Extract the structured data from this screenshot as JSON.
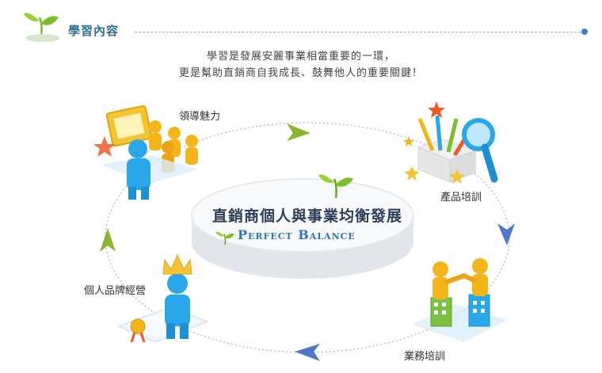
{
  "header": {
    "title": "學習內容"
  },
  "intro": {
    "line1": "學習是發展安麗事業相當重要的一環，",
    "line2": "更是幫助直銷商自我成長、鼓舞他人的重要關鍵！"
  },
  "center": {
    "title": "直銷商個人與事業均衡發展",
    "subtitle": "Perfect Balance"
  },
  "cycle": {
    "leadership": "領導魅力",
    "product": "產品培訓",
    "business": "業務培訓",
    "personal_brand": "個人品牌經營"
  },
  "colors": {
    "accent_blue": "#3b86c9",
    "header_text": "#2f6f8f",
    "leaf_green": "#7cbf2a",
    "arrow_green": "#8ab52f",
    "arrow_blue": "#4f78c9",
    "figure_blue": "#2aa7e8",
    "figure_yellow": "#f3b51a"
  },
  "icons": [
    "sprout-icon",
    "leadership-group-icon",
    "product-magnifier-icon",
    "business-handshake-icon",
    "crown-figure-icon",
    "cycle-arrow-icon"
  ]
}
